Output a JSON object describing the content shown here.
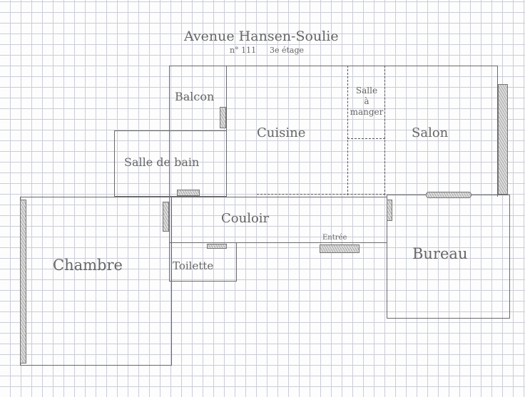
{
  "header": {
    "street": "Avenue Hansen-Soulie",
    "number": "n° 111",
    "floor": "3e étage"
  },
  "rooms": {
    "balcon": "Balcon",
    "cuisine": "Cuisine",
    "salle_a_manger": [
      "Salle",
      "à",
      "manger"
    ],
    "salon": "Salon",
    "salle_de_bain": "Salle de bain",
    "couloir": "Couloir",
    "entree": "Entrée",
    "chambre": "Chambre",
    "toilette": "Toilette",
    "bureau": "Bureau"
  }
}
